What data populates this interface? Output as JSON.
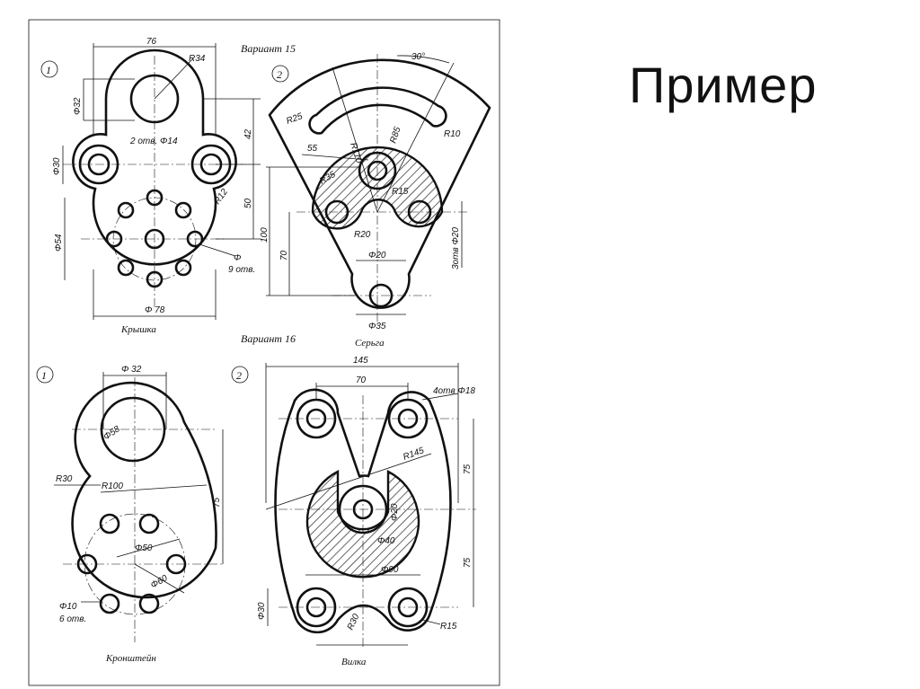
{
  "slide": {
    "title": "Пример"
  },
  "sheet": {
    "variant_15": "Вариант 15",
    "variant_16": "Вариант 16",
    "numbers": [
      "1",
      "2",
      "1",
      "2"
    ],
    "parts": {
      "kryshka": {
        "name": "Крышка",
        "dims": [
          "76",
          "R34",
          "Φ32",
          "42",
          "2 отв. Φ14",
          "Φ30",
          "50",
          "R12",
          "Φ54",
          "Φ",
          "9 отв.",
          "Φ 78"
        ]
      },
      "serga": {
        "name": "Серьга",
        "dims": [
          "30°",
          "R25",
          "R110",
          "R85",
          "R10",
          "55",
          "R35",
          "R15",
          "R20",
          "Φ20",
          "100",
          "70",
          "3отв Φ20",
          "Φ35"
        ]
      },
      "kronshtein": {
        "name": "Кронштейн",
        "dims": [
          "Φ 32",
          "Φ58",
          "R30",
          "R100",
          "75",
          "Φ50",
          "Φ60",
          "Φ10",
          "6 отв."
        ]
      },
      "vilka": {
        "name": "Вилка",
        "dims": [
          "145",
          "70",
          "4отв Φ18",
          "R145",
          "75",
          "Φ20",
          "Φ40",
          "75",
          "Φ90",
          "Φ30",
          "R30",
          "R15"
        ]
      }
    }
  }
}
